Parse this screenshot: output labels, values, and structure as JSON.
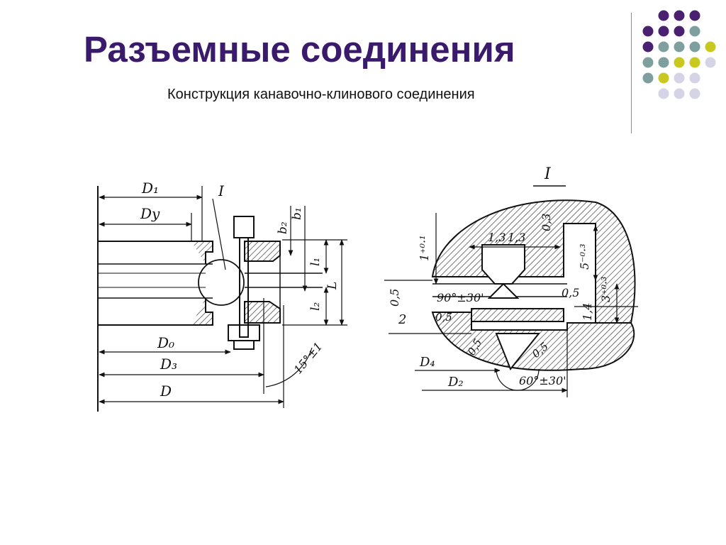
{
  "slide": {
    "title": "Разъемные соединения",
    "subtitle": "Конструкция канавочно-клинового соединения"
  },
  "colors": {
    "title": "#3a1a6a",
    "dot_purple": "#4a2070",
    "dot_teal": "#7f9f9f",
    "dot_yellow": "#c8c81e",
    "dot_lavender": "#d4d4e6",
    "divider": "#8c8c8c"
  },
  "decoration": {
    "dot_rows": [
      [
        "dot_purple",
        "dot_purple",
        "dot_purple"
      ],
      [
        "dot_purple",
        "dot_purple",
        "dot_purple",
        "dot_teal"
      ],
      [
        "dot_purple",
        "dot_teal",
        "dot_teal",
        "dot_teal",
        "dot_yellow"
      ],
      [
        "dot_teal",
        "dot_teal",
        "dot_yellow",
        "dot_yellow",
        "dot_lavender"
      ],
      [
        "dot_teal",
        "dot_yellow",
        "dot_lavender",
        "dot_lavender"
      ],
      [
        "dot_lavender",
        "dot_lavender",
        "dot_lavender"
      ]
    ]
  },
  "drawing": {
    "left_view": {
      "labels": {
        "d1": "D₁",
        "dy": "Dу",
        "detail_ref": "I",
        "b2": "b₂",
        "b1": "b₁",
        "l1": "l₁",
        "l2": "l₂",
        "l": "L",
        "d0": "D₀",
        "d3": "D₃",
        "d": "D",
        "angle": "15°±1"
      }
    },
    "detail_view": {
      "labels": {
        "title": "I",
        "dim_1_3_a": "1,3",
        "dim_1_3_b": "1,3",
        "dim_0_3": "0,3",
        "dim_1_tol": "1⁺⁰·¹",
        "dim_5_tol": "5⁻⁰·³",
        "dim_3_tol": "3⁺⁰·³",
        "dim_0_5_left": "0,5",
        "angle_90": "90°±30'",
        "dim_0_5_right": "0,5",
        "dim_1_4": "1,4",
        "dim_2": "2",
        "dim_0_5_inner": "0,5",
        "dim_0_5_lower": "0,5",
        "dim_0_5_lower_right": "0,5",
        "d4": "D₄",
        "d2": "D₂",
        "angle_60": "60°±30'"
      }
    }
  }
}
